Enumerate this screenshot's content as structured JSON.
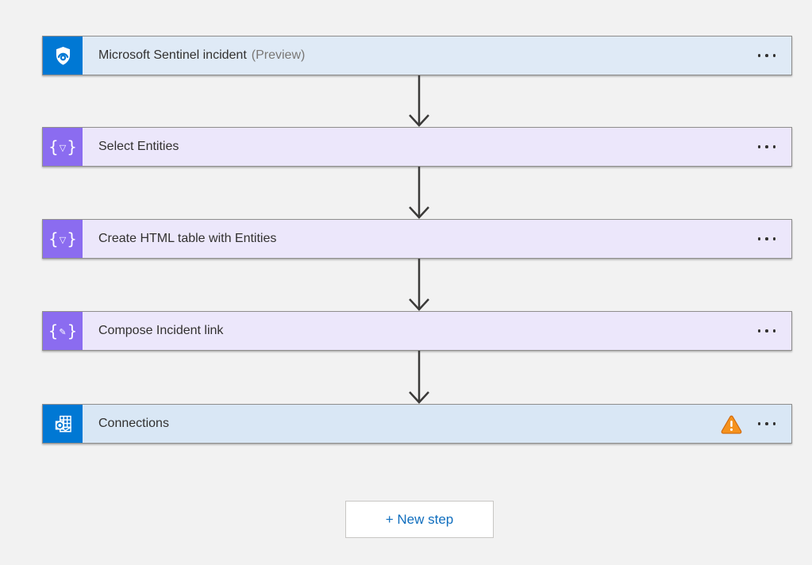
{
  "canvas": {
    "background": "#f2f2f2"
  },
  "colors": {
    "accent_blue": "#0078d4",
    "operation_purple": "#8b6cf0",
    "card_border": "#8f8e8d",
    "arrow": "#3b3a39",
    "title_text": "#323130",
    "preview_text": "#797775",
    "warning_fill": "#f5921d",
    "warning_border": "#d0680c",
    "new_step_text": "#106ebe"
  },
  "steps": [
    {
      "title": "Microsoft Sentinel incident",
      "suffix": "(Preview)",
      "icon_type": "sentinel",
      "icon_name": "microsoft-sentinel-icon",
      "icon_bg": "#0078d4",
      "card_bg": "#dfeaf6",
      "has_warning": false,
      "menu_icon": "more-options-ellipsis"
    },
    {
      "title": "Select Entities",
      "suffix": "",
      "icon_type": "glyph",
      "icon_name": "data-operation-select-icon",
      "glyph_open": "{",
      "glyph_mid": "▽",
      "glyph_close": "}",
      "icon_bg": "#8b6cf0",
      "card_bg": "#ece7fb",
      "has_warning": false,
      "menu_icon": "more-options-ellipsis"
    },
    {
      "title": "Create HTML table with Entities",
      "suffix": "",
      "icon_type": "glyph",
      "icon_name": "data-operation-create-html-table-icon",
      "glyph_open": "{",
      "glyph_mid": "▽",
      "glyph_close": "}",
      "icon_bg": "#8b6cf0",
      "card_bg": "#ece7fb",
      "has_warning": false,
      "menu_icon": "more-options-ellipsis"
    },
    {
      "title": "Compose Incident link",
      "suffix": "",
      "icon_type": "glyph",
      "icon_name": "data-operation-compose-icon",
      "glyph_open": "{",
      "glyph_mid": "✎",
      "glyph_close": "}",
      "icon_bg": "#8b6cf0",
      "card_bg": "#ece7fb",
      "has_warning": false,
      "menu_icon": "more-options-ellipsis"
    },
    {
      "title": "Connections",
      "suffix": "",
      "icon_type": "outlook",
      "icon_name": "outlook-icon",
      "icon_bg": "#0078d4",
      "card_bg": "#d9e7f5",
      "has_warning": true,
      "warning_icon": "warning-triangle-icon",
      "menu_icon": "more-options-ellipsis"
    }
  ],
  "new_step": {
    "label": "+ New step"
  }
}
